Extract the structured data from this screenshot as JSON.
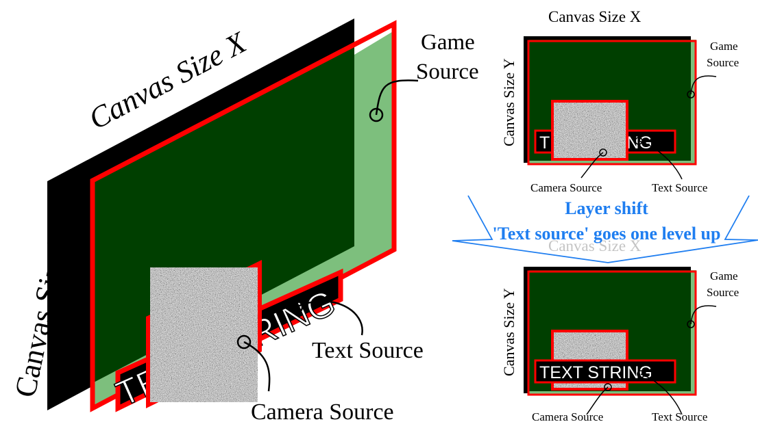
{
  "colors": {
    "canvas": "#000000",
    "game": "#003f00",
    "game_glass": "#7dbf7d",
    "outline": "#ff0000",
    "annotation": "#1f7ef0",
    "text_fill": "#ffffff"
  },
  "perspective": {
    "canvas_size_x": "Canvas Size X",
    "canvas_size_y": "Canvas Size Y",
    "game_source_line1": "Game",
    "game_source_line2": "Source",
    "text_source": "Text Source",
    "camera_source": "Camera Source",
    "text_string": "TEXT STRING"
  },
  "before": {
    "canvas_size_x": "Canvas Size X",
    "canvas_size_y": "Canvas Size Y",
    "game_source_line1": "Game",
    "game_source_line2": "Source",
    "camera_source": "Camera Source",
    "text_source": "Text Source",
    "text_string": "TEXT STRING"
  },
  "transition": {
    "line1": "Layer shift",
    "line2": "'Text source' goes one level up"
  },
  "after": {
    "canvas_size_x": "Canvas Size X",
    "canvas_size_y": "Canvas Size Y",
    "game_source_line1": "Game",
    "game_source_line2": "Source",
    "camera_source": "Camera Source",
    "text_source": "Text Source",
    "text_string": "TEXT STRING"
  },
  "icons": {
    "camera_texture": "gravel-texture-icon"
  }
}
